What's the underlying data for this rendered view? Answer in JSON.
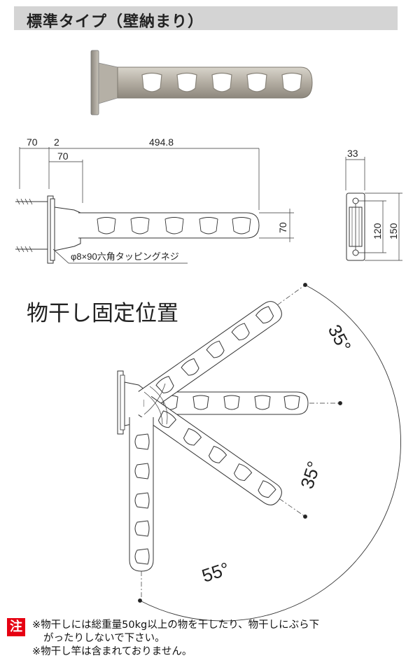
{
  "header": {
    "title": "標準タイプ（壁納まり）"
  },
  "dimensions": {
    "d70_top": "70",
    "d2": "2",
    "d494": "494.8",
    "d70_sub": "70",
    "d70_right": "70",
    "screw_label": "φ8×90六角タッピングネジ",
    "d33": "33",
    "d120": "120",
    "d150": "150"
  },
  "positions": {
    "title": "物干し固定位置",
    "angle_top": "35°",
    "angle_mid": "35°",
    "angle_bottom": "55°"
  },
  "note": {
    "badge": "注",
    "line1": "※物干しには総重量50kg以上の物を干したり、物干しにぶら下",
    "line2": "がったりしないで下さい。",
    "line3": "※物干し竿は含まれておりません。"
  },
  "colors": {
    "header_bg": "#d4d4d4",
    "arm": "#b8b3a8",
    "note_badge": "#e60012"
  }
}
